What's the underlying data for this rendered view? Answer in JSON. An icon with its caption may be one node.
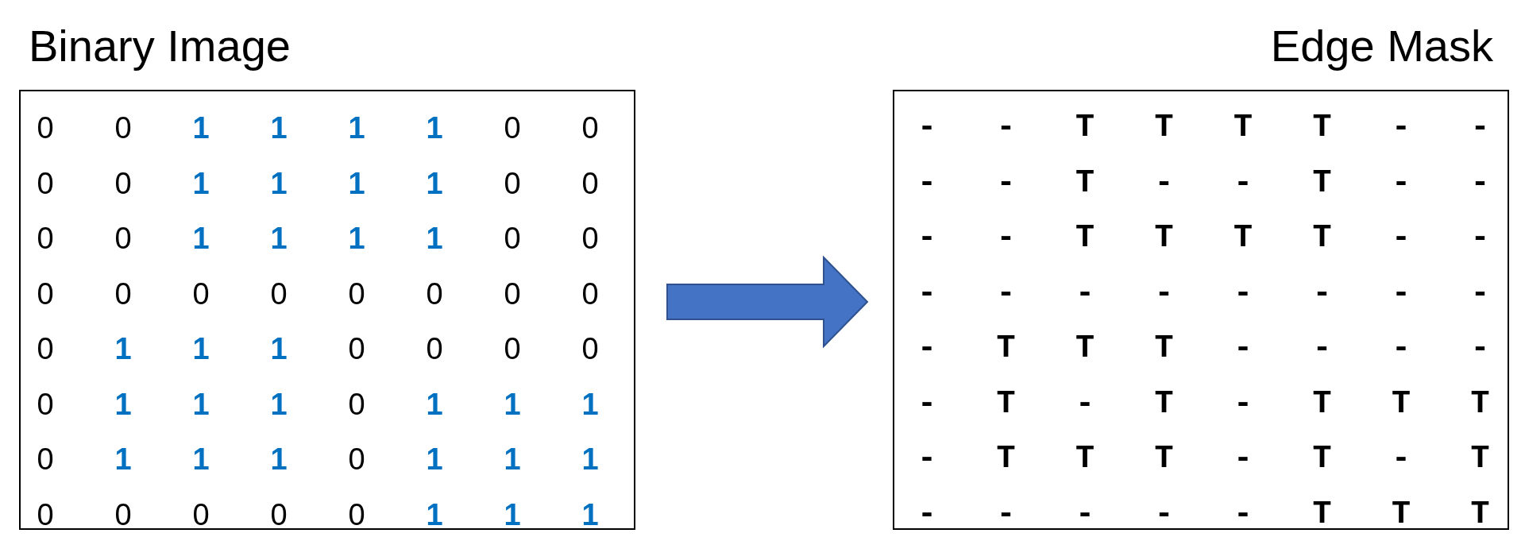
{
  "diagram": {
    "nodes": [
      {
        "text": [
          "Binary Image",
          "0",
          "0",
          "1",
          "1",
          "1",
          "1",
          "0",
          "0",
          "0",
          "0",
          "1",
          "1",
          "1",
          "1",
          "0",
          "0",
          "0",
          "0",
          "1",
          "1",
          "1",
          "1",
          "0",
          "0",
          "0",
          "0",
          "0",
          "0",
          "0",
          "0",
          "0",
          "0",
          "0",
          "1",
          "1",
          "1",
          "0",
          "0",
          "0",
          "0",
          "0",
          "1",
          "1",
          "1",
          "0",
          "1",
          "1",
          "1",
          "0",
          "1",
          "1",
          "1",
          "0",
          "1",
          "1",
          "1",
          "0",
          "0",
          "0",
          "0",
          "0",
          "1",
          "1",
          "1"
        ]
      },
      {
        "text": [
          "Edge Mask",
          "-",
          "-",
          "T",
          "T",
          "T",
          "T",
          "-",
          "-",
          "-",
          "-",
          "T",
          "-",
          "-",
          "T",
          "-",
          "-",
          "-",
          "-",
          "T",
          "T",
          "T",
          "T",
          "-",
          "-",
          "-",
          "-",
          "-",
          "-",
          "-",
          "-",
          "-",
          "-",
          "-",
          "T",
          "T",
          "T",
          "-",
          "-",
          "-",
          "-",
          "-",
          "T",
          "-",
          "T",
          "-",
          "T",
          "T",
          "T",
          "-",
          "T",
          "T",
          "T",
          "-",
          "T",
          "-",
          "T",
          "-",
          "-",
          "-",
          "-",
          "-",
          "T",
          "T",
          "T"
        ]
      }
    ],
    "edges": [
      {
        "from": 0,
        "to": 1,
        "arrow": "to"
      }
    ]
  }
}
